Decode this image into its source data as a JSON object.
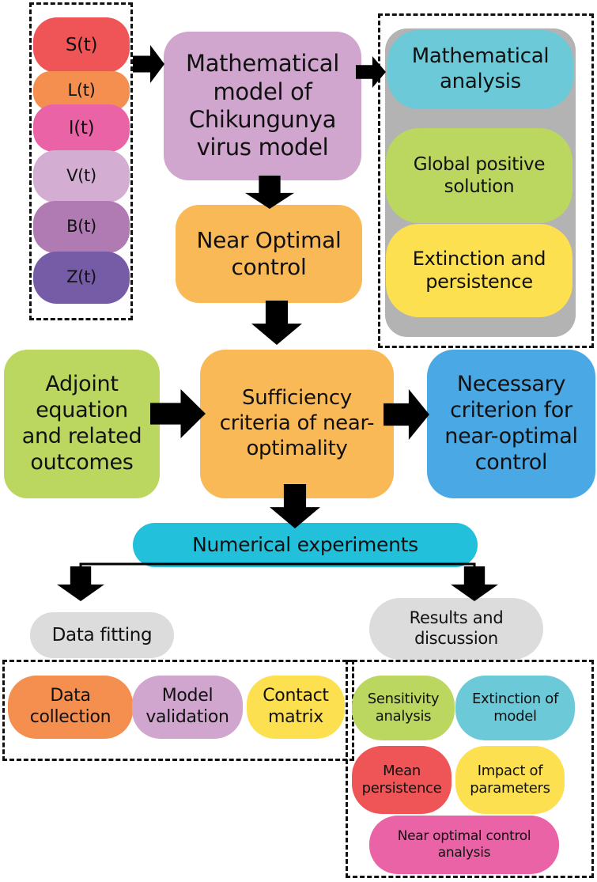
{
  "variables": [
    "S(t)",
    "L(t)",
    "I(t)",
    "V(t)",
    "B(t)",
    "Z(t)"
  ],
  "model": "Mathematical\nmodel of\nChikungunya\nvirus model",
  "near_optimal": "Near Optimal\ncontrol",
  "analysis": {
    "mathematical": "Mathematical\nanalysis",
    "global": "Global positive\nsolution",
    "extinction": "Extinction and\npersistence"
  },
  "adjoint": "Adjoint\nequation\nand related\noutcomes",
  "sufficiency": "Sufficiency\ncriteria of near-\noptimality",
  "necessary": "Necessary\ncriterion for\nnear-optimal\ncontrol",
  "numerical": "Numerical experiments",
  "data_fitting": "Data fitting",
  "results": "Results and\ndiscussion",
  "fitting_items": [
    "Data\ncollection",
    "Model\nvalidation",
    "Contact\nmatrix"
  ],
  "results_items": {
    "sensitivity": "Sensitivity\nanalysis",
    "extinction_model": "Extinction of\nmodel",
    "mean_persistence": "Mean\npersistence",
    "impact": "Impact of\nparameters",
    "near_optimal_analysis": "Near optimal control\nanalysis"
  },
  "colors": {
    "red": "#ef5557",
    "orange": "#f58f4f",
    "pink": "#e963a6",
    "lilac": "#d3aed2",
    "purple": "#b07ab3",
    "violet": "#765ba6",
    "model_purple": "#d0a6cf",
    "amber": "#fab957",
    "teal": "#6ccad8",
    "lime": "#bcd760",
    "yellow": "#fde050",
    "blue": "#4aa8e4",
    "cyan": "#23c0dc",
    "light_gray": "#dcdcdc",
    "panel_gray": "#b3b3b3"
  }
}
